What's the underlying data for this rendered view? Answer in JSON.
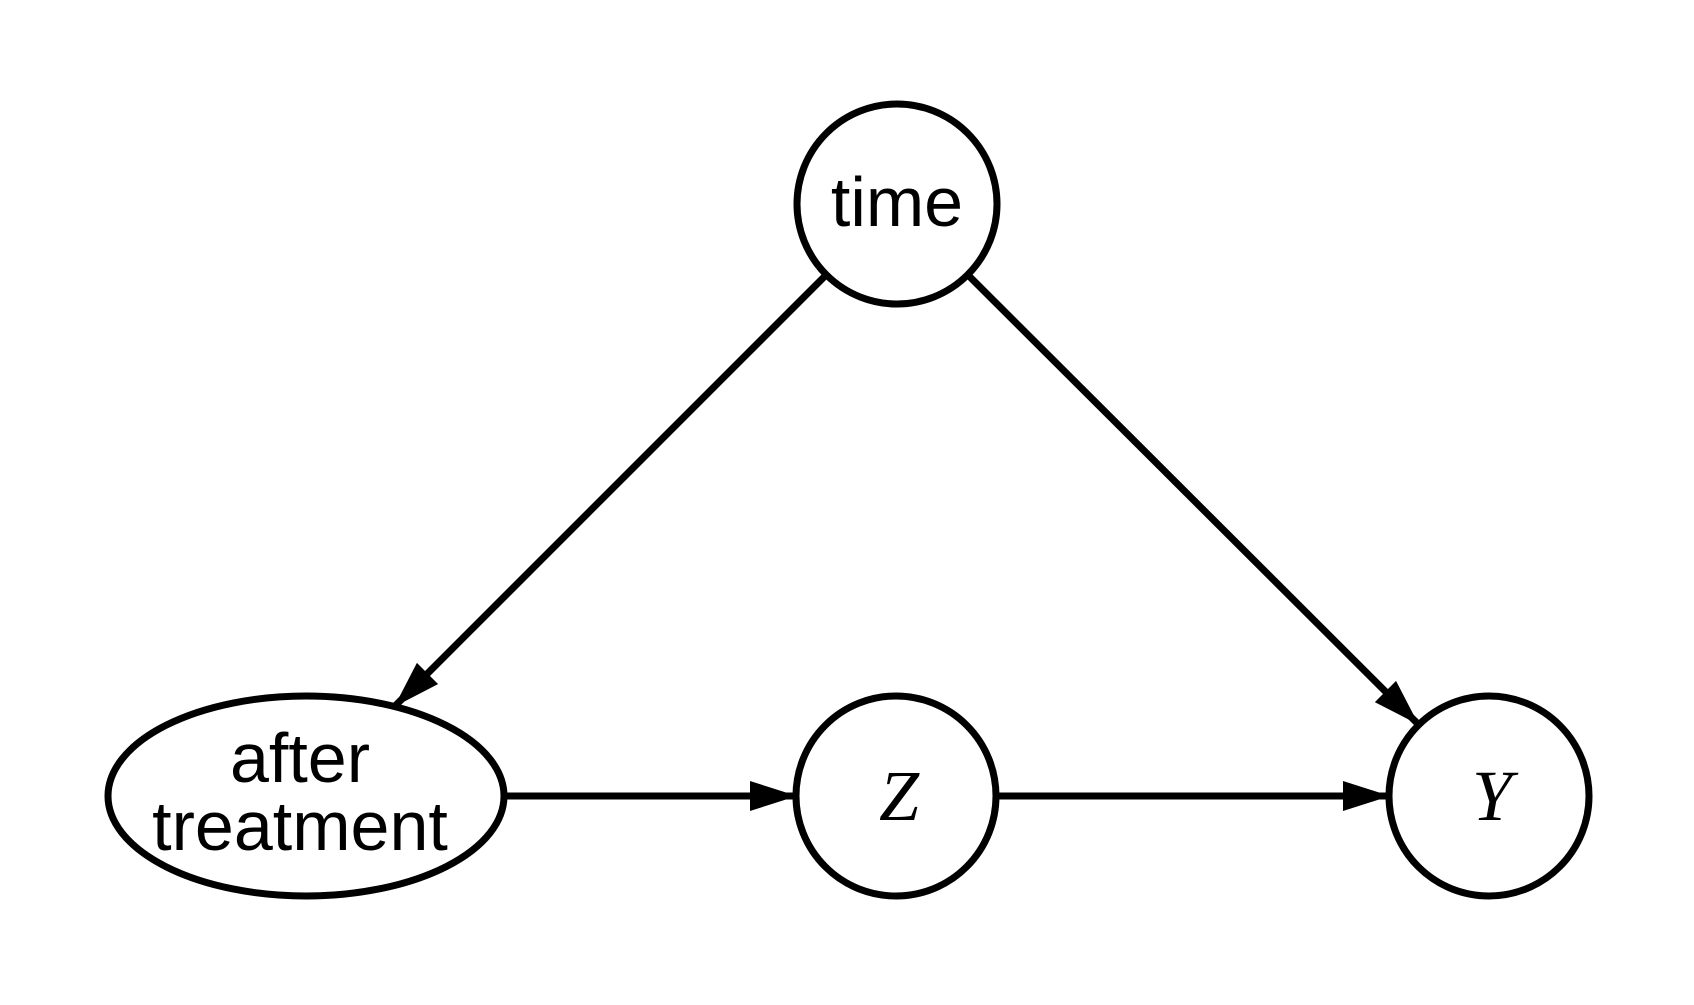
{
  "diagram": {
    "type": "causal-dag",
    "background_color": "#ffffff",
    "line_color": "#000000",
    "nodes": {
      "time": {
        "label": "time",
        "shape": "circle"
      },
      "after_treatment": {
        "label_line1": "after",
        "label_line2": "treatment",
        "shape": "ellipse"
      },
      "z": {
        "label": "Z",
        "shape": "circle"
      },
      "y": {
        "label": "Y",
        "shape": "circle"
      }
    },
    "edges": [
      {
        "from": "time",
        "to": "after treatment",
        "style": "arrow"
      },
      {
        "from": "time",
        "to": "Y",
        "style": "arrow"
      },
      {
        "from": "after treatment",
        "to": "Z",
        "style": "arrow"
      },
      {
        "from": "Z",
        "to": "Y",
        "style": "arrow"
      }
    ]
  }
}
